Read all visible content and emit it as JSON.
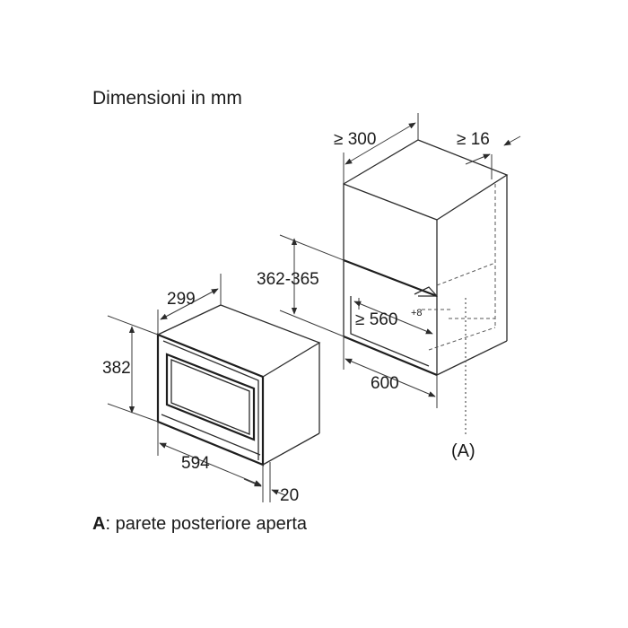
{
  "title": "Dimensioni in mm",
  "legend": {
    "key": "A",
    "text": ": parete posteriore aperta"
  },
  "labels": {
    "depth_300": "≥ 300",
    "gap_16": "≥ 16",
    "height_362": "362-365",
    "width_560": "≥ 560",
    "width_560_sup": "+8",
    "width_600": "600",
    "marker_A": "(A)",
    "dev_depth_299": "299",
    "dev_height_382": "382",
    "dev_width_594": "594",
    "dev_front_20": "20"
  }
}
